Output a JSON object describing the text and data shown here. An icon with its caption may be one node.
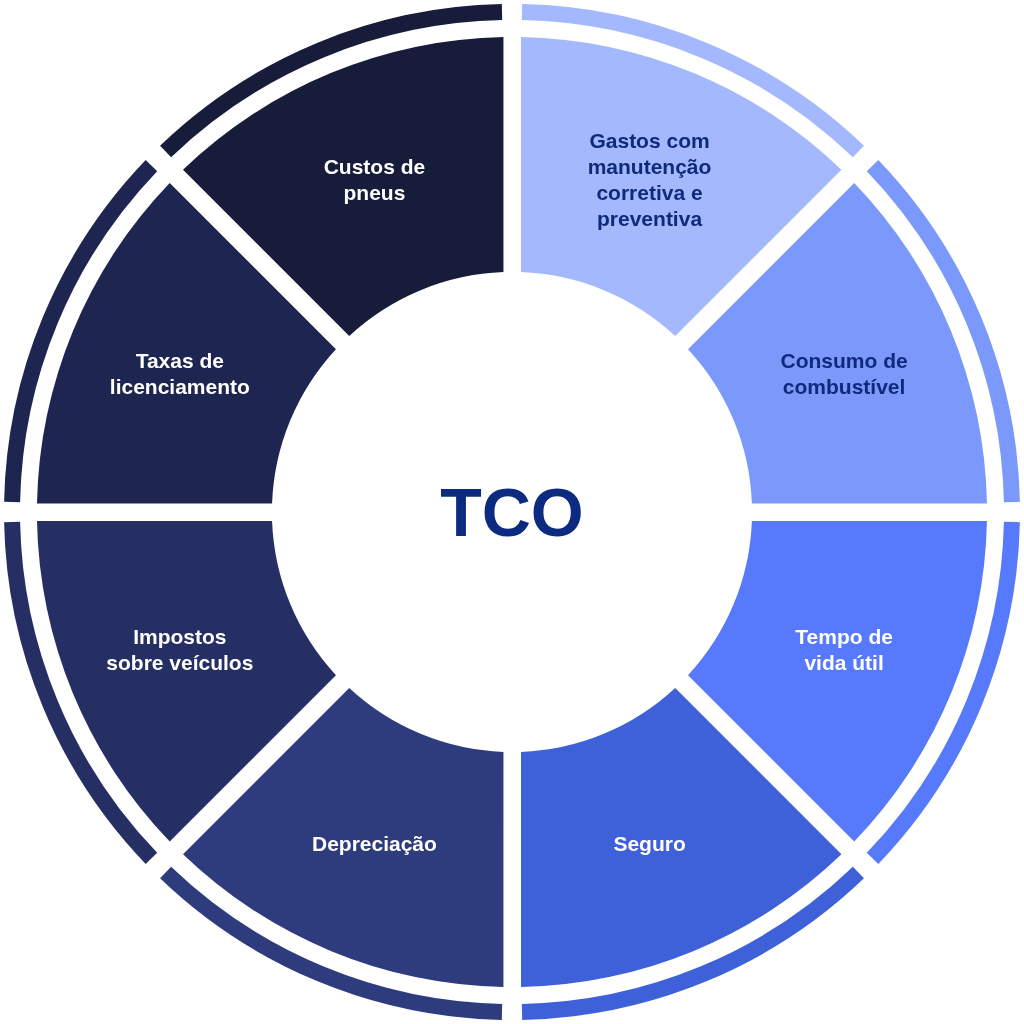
{
  "diagram": {
    "nodes": [
      {
        "text": [
          "TCO"
        ]
      },
      {
        "text": [
          "Gastos com manutenção corretiva e preventiva"
        ]
      },
      {
        "text": [
          "Consumo de combustível"
        ]
      },
      {
        "text": [
          "Tempo de vida útil"
        ]
      },
      {
        "text": [
          "Seguro"
        ]
      },
      {
        "text": [
          "Depreciação"
        ]
      },
      {
        "text": [
          "Impostos sobre veículos"
        ]
      },
      {
        "text": [
          "Taxas de licenciamento"
        ]
      },
      {
        "text": [
          "Custos de pneus"
        ]
      }
    ]
  }
}
